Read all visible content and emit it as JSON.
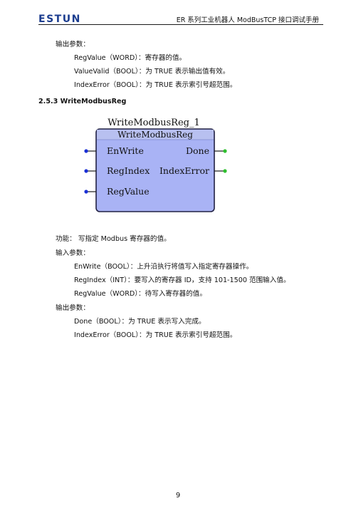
{
  "header": {
    "logo": "ESTUN",
    "title": "ER 系列工业机器人 ModBusTCP 接口调试手册"
  },
  "top_output": {
    "heading": "输出参数：",
    "items": [
      "RegValue（WORD）：寄存器的值。",
      "ValueValid（BOOL）：为 TRUE 表示输出值有效。",
      "IndexError（BOOL）：为 TRUE 表示索引号超范围。"
    ]
  },
  "section": {
    "title": "2.5.3 WriteModbusReg"
  },
  "function_block": {
    "instance_name": "WriteModbusReg_1",
    "type_name": "WriteModbusReg",
    "inputs": [
      "EnWrite",
      "RegIndex",
      "RegValue"
    ],
    "outputs": [
      "Done",
      "IndexError"
    ],
    "colors": {
      "fill": "#a9b3f5",
      "header_fill": "#b8c0f0",
      "border": "#222244",
      "input_pin": "#1a2fd6",
      "output_pin": "#2fbf2f"
    }
  },
  "body": {
    "function_line": "功能： 写指定 Modbus 寄存器的值。",
    "input_heading": "输入参数：",
    "input_items": [
      "EnWrite（BOOL）：上升沿执行将值写入指定寄存器操作。",
      "RegIndex（INT）：要写入的寄存器 ID，支持 101-1500 范围输入值。",
      "RegValue（WORD）：待写入寄存器的值。"
    ],
    "output_heading": "输出参数：",
    "output_items": [
      "Done（BOOL）：为 TRUE 表示写入完成。",
      "IndexError（BOOL）：为 TRUE 表示索引号超范围。"
    ]
  },
  "footer": {
    "page_number": "9"
  }
}
